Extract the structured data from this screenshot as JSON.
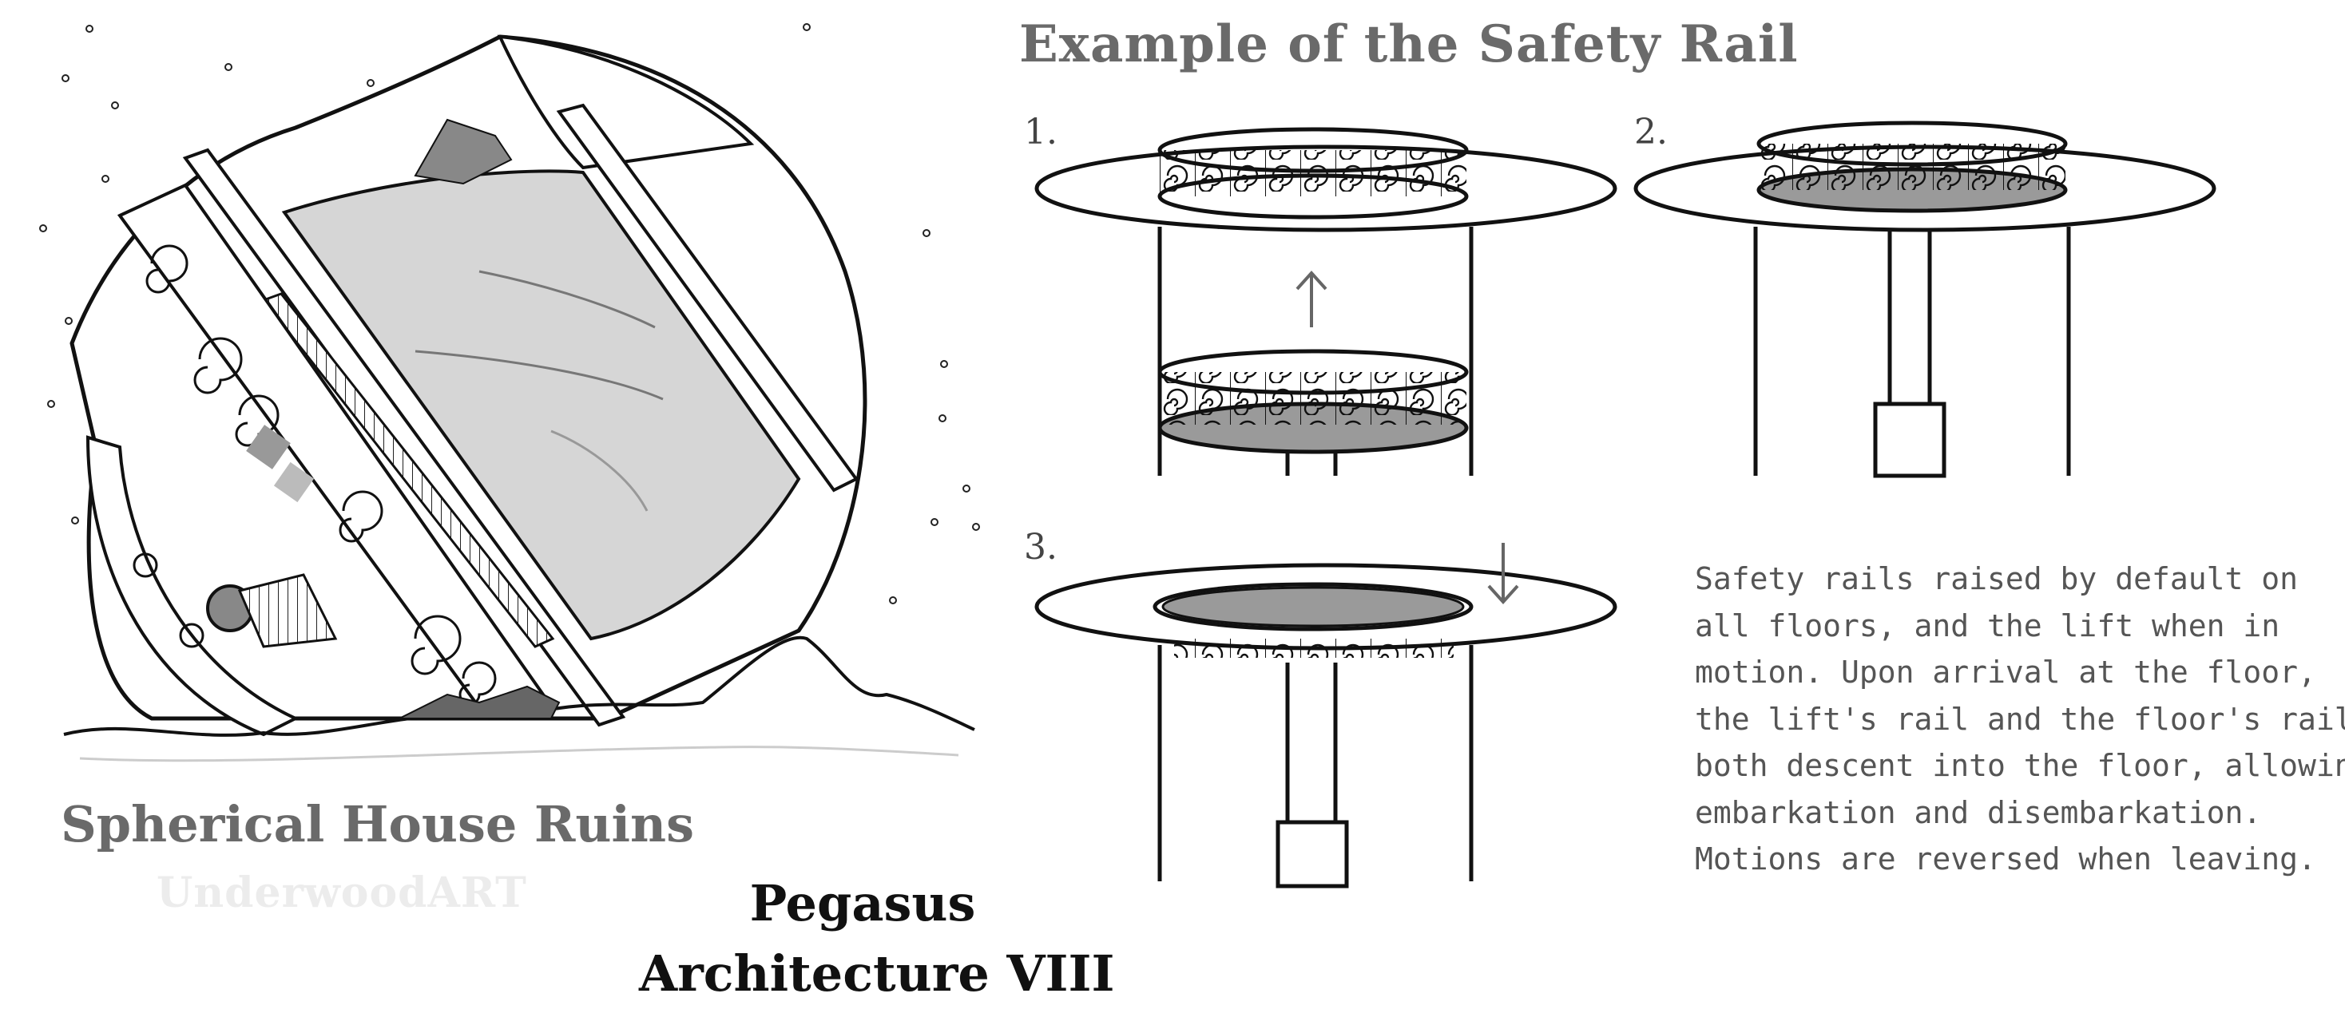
{
  "safety_rail": {
    "title": "Example of the Safety Rail",
    "steps": [
      "1.",
      "2.",
      "3."
    ]
  },
  "ruins": {
    "title": "Spherical House Ruins",
    "watermark": "UnderwoodART"
  },
  "footer": {
    "line1": "Pegasus",
    "line2": "Architecture VIII"
  },
  "description": {
    "lines": [
      "Safety rails raised by default on",
      "all floors, and the lift when in",
      "motion. Upon arrival at the floor,",
      "the lift's rail and the floor's rail",
      "both descent into the floor, allowing",
      "embarkation and disembarkation.",
      "Motions are reversed when leaving."
    ]
  },
  "colors": {
    "title_gray": "#6a6a6a",
    "watermark": "#ececec",
    "glass": "#d6d6d6",
    "rail_fill": "#9a9a9a"
  }
}
